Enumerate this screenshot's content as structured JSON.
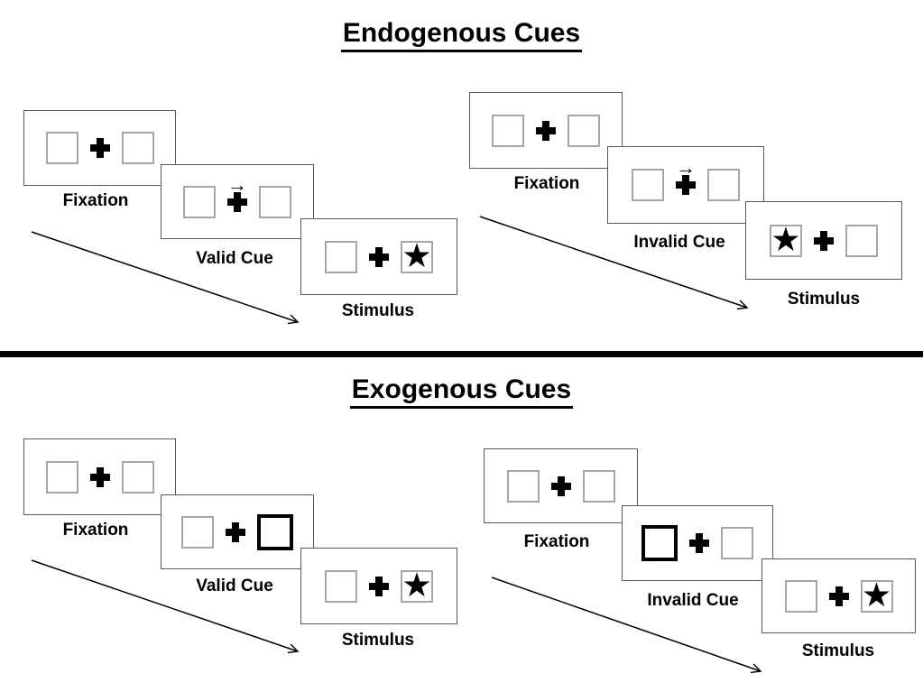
{
  "colors": {
    "background": "#ffffff",
    "panel_border": "#595959",
    "square_border": "#a6a6a6",
    "cue_square_border": "#000000",
    "ink": "#000000"
  },
  "symbols": {
    "star": "★",
    "cue_arrow_right": "→"
  },
  "sections": [
    {
      "title": "Endogenous Cues",
      "sequences": [
        {
          "name": "endogenous-valid",
          "panels": [
            {
              "label": "Fixation",
              "type": "fixation"
            },
            {
              "label": "Valid Cue",
              "type": "cue",
              "cue": "central-arrow-right"
            },
            {
              "label": "Stimulus",
              "type": "stimulus",
              "star_side": "right"
            }
          ]
        },
        {
          "name": "endogenous-invalid",
          "panels": [
            {
              "label": "Fixation",
              "type": "fixation"
            },
            {
              "label": "Invalid Cue",
              "type": "cue",
              "cue": "central-arrow-right"
            },
            {
              "label": "Stimulus",
              "type": "stimulus",
              "star_side": "left"
            }
          ]
        }
      ]
    },
    {
      "title": "Exogenous Cues",
      "sequences": [
        {
          "name": "exogenous-valid",
          "panels": [
            {
              "label": "Fixation",
              "type": "fixation"
            },
            {
              "label": "Valid Cue",
              "type": "cue",
              "cue": "peripheral-box-right"
            },
            {
              "label": "Stimulus",
              "type": "stimulus",
              "star_side": "right"
            }
          ]
        },
        {
          "name": "exogenous-invalid",
          "panels": [
            {
              "label": "Fixation",
              "type": "fixation"
            },
            {
              "label": "Invalid Cue",
              "type": "cue",
              "cue": "peripheral-box-left"
            },
            {
              "label": "Stimulus",
              "type": "stimulus",
              "star_side": "right"
            }
          ]
        }
      ]
    }
  ]
}
